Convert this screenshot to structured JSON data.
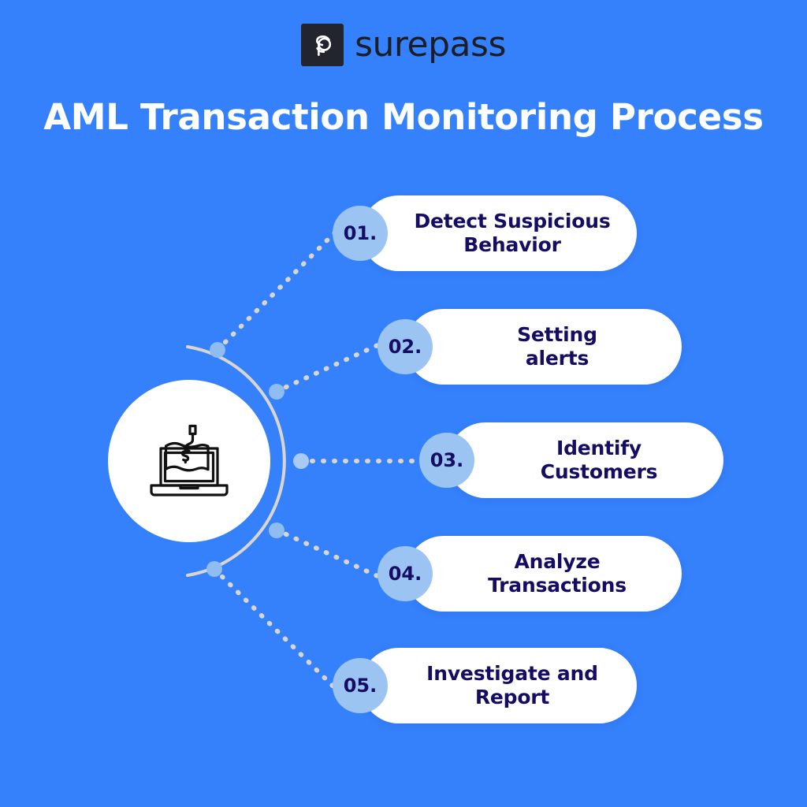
{
  "brand": {
    "mark_letters": "Sp",
    "wordmark": "surepass",
    "mark_bg": "#22252e"
  },
  "header": {
    "title": "AML Transaction Monitoring Process"
  },
  "hub": {
    "icon_name": "laptop-money-phishing-icon",
    "description": "Laptop with dollar bill on a fishing hook"
  },
  "colors": {
    "background": "#3580fb",
    "card": "#ffffff",
    "badge": "#9cc4f2",
    "text_dark": "#140d63",
    "connector": "#d8d6cf",
    "node": "#8fbdf2"
  },
  "steps": [
    {
      "number": "01.",
      "label": "Detect Suspicious\nBehavior"
    },
    {
      "number": "02.",
      "label": "Setting\nalerts"
    },
    {
      "number": "03.",
      "label": "Identify\nCustomers"
    },
    {
      "number": "04.",
      "label": "Analyze\nTransactions"
    },
    {
      "number": "05.",
      "label": "Investigate and\nReport"
    }
  ]
}
